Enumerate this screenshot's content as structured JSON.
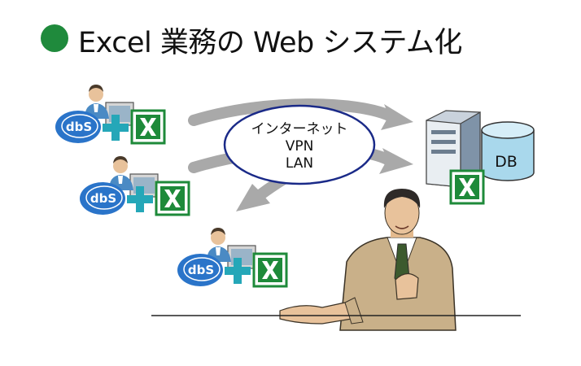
{
  "title": "Excel 業務の Web システム化",
  "network_labels": [
    "インターネット",
    "VPN",
    "LAN"
  ],
  "server_label": "DB",
  "clients": [
    {
      "badge_text": "dbS",
      "icons": [
        "person-at-pc-icon",
        "plus-icon",
        "excel-icon"
      ]
    },
    {
      "badge_text": "dbS",
      "icons": [
        "person-at-pc-icon",
        "plus-icon",
        "excel-icon"
      ]
    },
    {
      "badge_text": "dbS",
      "icons": [
        "person-at-pc-icon",
        "plus-icon",
        "excel-icon"
      ]
    }
  ],
  "colors": {
    "title_dot": "#1f8a3c",
    "dbs_blue": "#2a74c9",
    "plus_teal": "#25a7b8",
    "excel_green": "#1e8a3a",
    "arrow_gray": "#a9a9a9",
    "suit": "#c9b089"
  }
}
